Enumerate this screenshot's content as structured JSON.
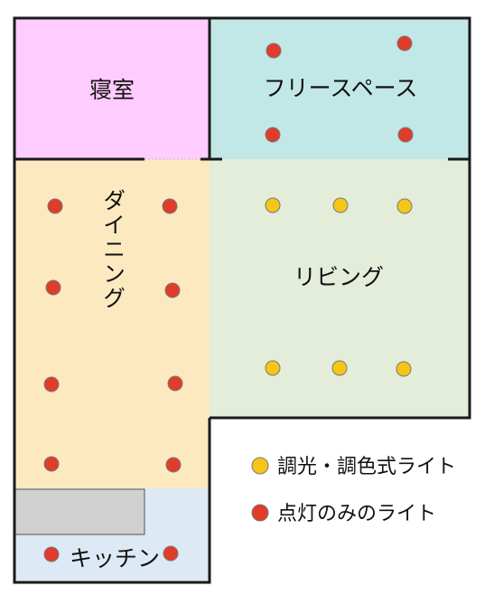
{
  "rooms": {
    "bedroom": {
      "label": "寝室",
      "color": "#ffccff"
    },
    "free_space": {
      "label": "フリースペース",
      "color": "#c1e8e6"
    },
    "dining": {
      "label": "ダイニング",
      "color": "#fde9c0"
    },
    "living": {
      "label": "リビング",
      "color": "#e3edda"
    },
    "kitchen": {
      "label": "キッチン",
      "color": "#dde9f4"
    },
    "counter": {
      "color": "#d0d0d0"
    }
  },
  "legend": {
    "dimmable": {
      "label": "調光・調色式ライト",
      "color": "#f5c518"
    },
    "onoff": {
      "label": "点灯のみのライト",
      "color": "#e03c2a"
    }
  },
  "light_counts": {
    "bedroom": 0,
    "free_space": 4,
    "dining": 8,
    "living": 6,
    "kitchen": 2
  }
}
